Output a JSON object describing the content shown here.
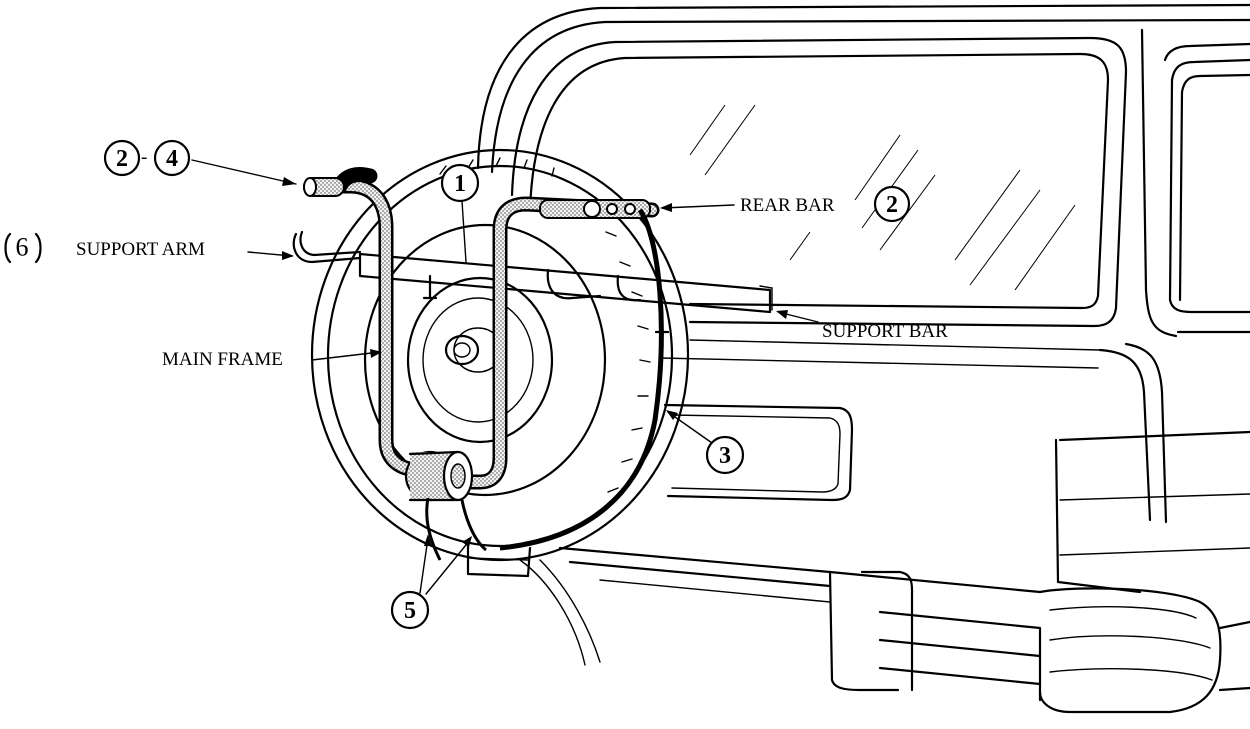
{
  "labels": {
    "support_arm": "SUPPORT ARM",
    "main_frame": "MAIN FRAME",
    "rear_bar": "REAR BAR",
    "support_bar": "SUPPORT BAR",
    "dash": "-"
  },
  "callouts": {
    "c1": "1",
    "c2_left": "2",
    "c4": "4",
    "c6": "6",
    "c2_right": "2",
    "c3": "3",
    "c5": "5"
  }
}
